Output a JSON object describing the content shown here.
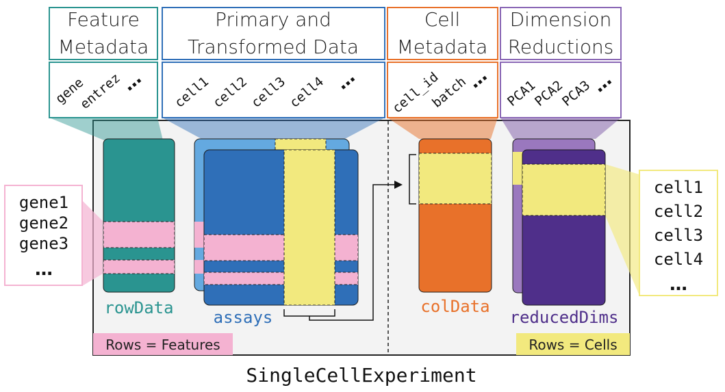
{
  "headers": {
    "feature_line1": "Feature",
    "feature_line2": "Metadata",
    "primary_line1": "Primary and",
    "primary_line2": "Transformed Data",
    "cell_line1": "Cell",
    "cell_line2": "Metadata",
    "dim_line1": "Dimension",
    "dim_line2": "Reductions"
  },
  "columns": {
    "feature": [
      "gene",
      "entrez",
      "…"
    ],
    "primary": [
      "cell1",
      "cell2",
      "cell3",
      "cell4",
      "…"
    ],
    "cell": [
      "cell_id",
      "batch",
      "…"
    ],
    "dim": [
      "PCA1",
      "PCA2",
      "PCA3",
      "…"
    ]
  },
  "gene_list": [
    "gene1",
    "gene2",
    "gene3",
    "…"
  ],
  "cell_list": [
    "cell1",
    "cell2",
    "cell3",
    "cell4",
    "…"
  ],
  "labels": {
    "rowData": "rowData",
    "assays": "assays",
    "colData": "colData",
    "reducedDims": "reducedDims"
  },
  "tags": {
    "rows_features": "Rows = Features",
    "rows_cells": "Rows = Cells"
  },
  "title": "SingleCellExperiment",
  "colors": {
    "teal": "#2a9490",
    "blue": "#2f6fb8",
    "light_blue": "#64a9e0",
    "orange": "#e8712a",
    "purple": "#4f2f8a",
    "light_purple": "#9a78be",
    "pink": "#f4b2d1",
    "yellow": "#f2e97e",
    "panel": "#f3f3f3"
  }
}
